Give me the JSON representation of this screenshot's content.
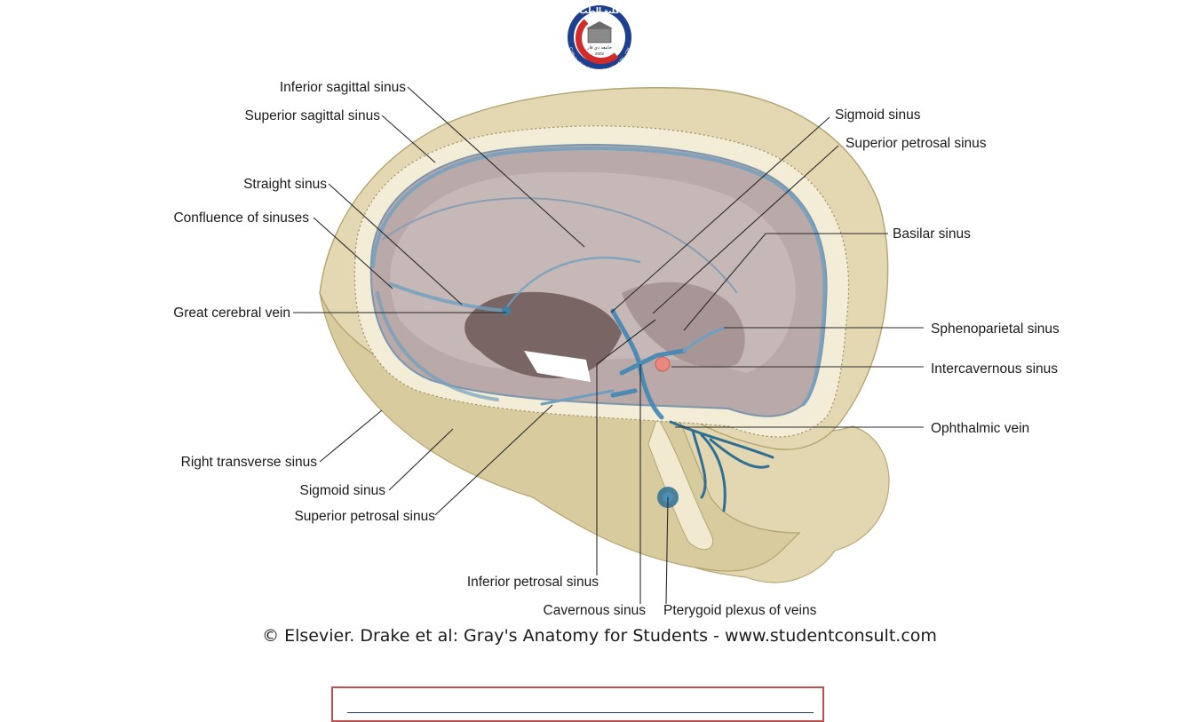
{
  "logo": {
    "arabic_top": "كلية الطب",
    "arabic_inner": "جامعة ذي قار",
    "year": "2002",
    "ring_text": "College of Medicine University of Thi - Qar"
  },
  "labels": {
    "inferior_sagittal_sinus": "Inferior sagittal sinus",
    "superior_sagittal_sinus": "Superior sagittal sinus",
    "straight_sinus": "Straight sinus",
    "confluence_of_sinuses": "Confluence of sinuses",
    "great_cerebral_vein": "Great cerebral vein",
    "right_transverse_sinus": "Right transverse sinus",
    "sigmoid_sinus_left": "Sigmoid sinus",
    "superior_petrosal_sinus_left": "Superior petrosal sinus",
    "inferior_petrosal_sinus": "Inferior petrosal sinus",
    "cavernous_sinus": "Cavernous sinus",
    "pterygoid_plexus_of_veins": "Pterygoid plexus of veins",
    "sigmoid_sinus_right": "Sigmoid sinus",
    "superior_petrosal_sinus_right": "Superior petrosal sinus",
    "basilar_sinus": "Basilar sinus",
    "sphenoparietal_sinus": "Sphenoparietal sinus",
    "intercavernous_sinus": "Intercavernous sinus",
    "ophthalmic_vein": "Ophthalmic vein"
  },
  "copyright": "© Elsevier. Drake et al: Gray's Anatomy for Students - www.studentconsult.com",
  "colors": {
    "bone": "#e2d7b0",
    "bone_shadow": "#c9bb8a",
    "dura": "#b9a9a8",
    "dura_dark": "#8e7c7c",
    "sinus_blue": "#6f9fc0",
    "vein_blue": "#2f6f93",
    "box_border": "#c0504d",
    "box_rule": "#1f3864"
  }
}
